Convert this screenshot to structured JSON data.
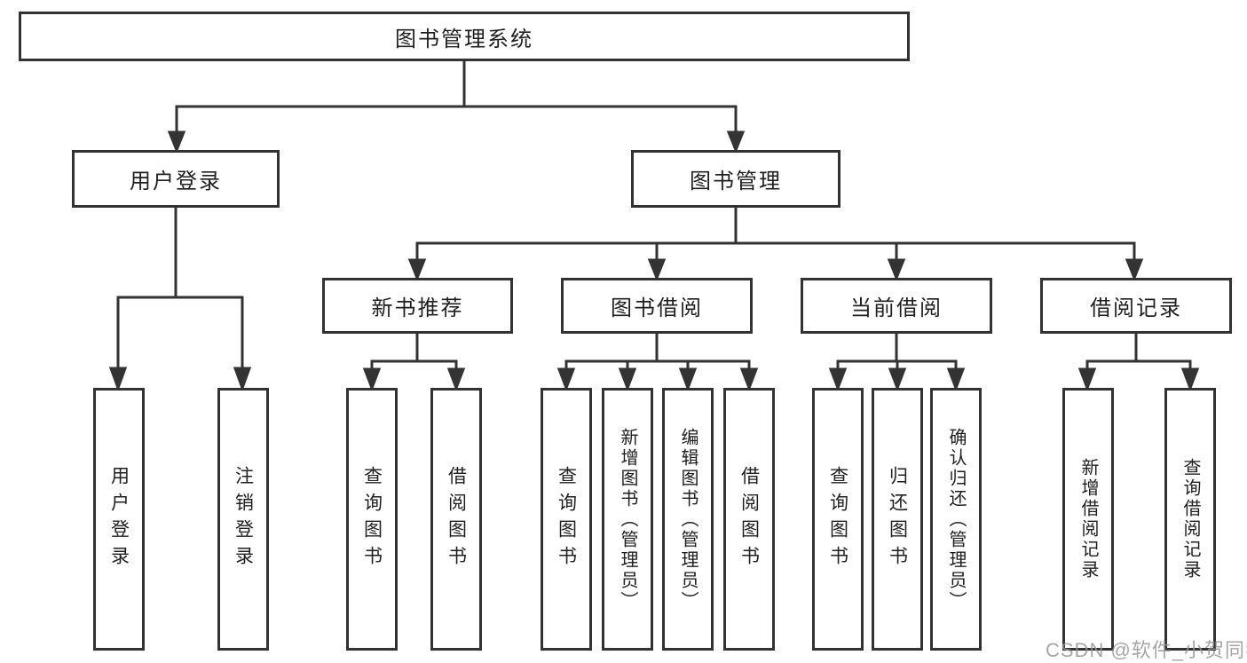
{
  "tree": {
    "root": {
      "label": "图书管理系统",
      "children": [
        {
          "label": "用户登录",
          "children": [
            {
              "label": "用户登录"
            },
            {
              "label": "注销登录"
            }
          ]
        },
        {
          "label": "图书管理",
          "children": [
            {
              "label": "新书推荐",
              "children": [
                {
                  "label": "查询图书"
                },
                {
                  "label": "借阅图书"
                }
              ]
            },
            {
              "label": "图书借阅",
              "children": [
                {
                  "label": "查询图书"
                },
                {
                  "label": "新增图书（管理员）"
                },
                {
                  "label": "编辑图书（管理员）"
                },
                {
                  "label": "借阅图书"
                }
              ]
            },
            {
              "label": "当前借阅",
              "children": [
                {
                  "label": "查询图书"
                },
                {
                  "label": "归还图书"
                },
                {
                  "label": "确认归还（管理员）"
                }
              ]
            },
            {
              "label": "借阅记录",
              "children": [
                {
                  "label": "新增借阅记录"
                },
                {
                  "label": "查询借阅记录"
                }
              ]
            }
          ]
        }
      ]
    }
  },
  "colors": {
    "line": "#333333",
    "text": "#1f1f1f",
    "watermark": "#969696"
  },
  "watermark": {
    "text": "CSDN @软件_小贺同学"
  }
}
